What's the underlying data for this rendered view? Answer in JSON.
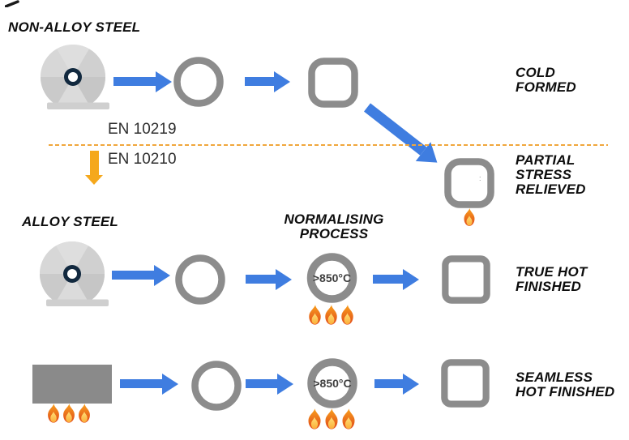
{
  "labels": {
    "non_alloy_title": "NON-ALLOY STEEL",
    "alloy_title": "ALLOY STEEL",
    "en_10219": "EN 10219",
    "en_10210": "EN 10210",
    "normalising": [
      "NORMALISING",
      "PROCESS"
    ],
    "cold_formed": [
      "COLD",
      "FORMED"
    ],
    "partial_stress_relieved": [
      "PARTIAL",
      "STRESS",
      "RELIEVED"
    ],
    "true_hot_finished": [
      "TRUE HOT",
      "FINISHED"
    ],
    "seamless_hot_finished": [
      "SEAMLESS",
      "HOT FINISHED"
    ],
    "temp_normalising": ">850°C",
    "temp_seamless": ">850°C",
    "stray_mark": ":"
  },
  "icons": {
    "steel_coil": "steel-coil-icon",
    "round_tube": "round-tube-icon",
    "rounded_square_tube": "rounded-square-tube-icon",
    "square_tube": "square-tube-icon",
    "heating_ring": "heating-ring-icon",
    "flame": "flame-icon",
    "billet": "billet-bar-icon",
    "arrow_right": "arrow-right-icon",
    "arrow_down": "arrow-down-icon",
    "arrow_diagonal": "arrow-diagonal-icon",
    "divider": "dashed-divider"
  },
  "colors": {
    "arrow_blue": "#3F7DE0",
    "tube_gray": "#8C8C8C",
    "billet_gray": "#8A8A8A",
    "orange_accent": "#F5A81C",
    "divider_orange": "#F0A73C",
    "flame_outer_top": "#F8A01D",
    "flame_outer_bottom": "#E0481A",
    "flame_inner": "#FFD84D",
    "coil_hub_navy": "#12293F",
    "text_black": "#0D0D0D"
  }
}
